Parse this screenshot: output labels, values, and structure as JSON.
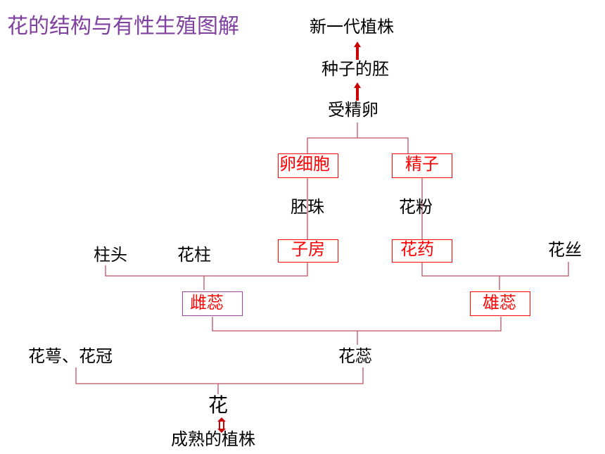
{
  "title": "花的结构与有性生殖图解",
  "nodes": {
    "new_generation": "新一代植株",
    "embryo": "种子的胚",
    "zygote": "受精卵",
    "egg_cell": "卵细胞",
    "sperm": "精子",
    "ovule": "胚珠",
    "pollen": "花粉",
    "stigma": "柱头",
    "style": "花柱",
    "ovary": "子房",
    "anther": "花药",
    "filament": "花丝",
    "pistil": "雌蕊",
    "stamen": "雄蕊",
    "sepal_petal": "花萼、花冠",
    "pistil_stamen": "花蕊",
    "flower": "花",
    "mature_plant": "成熟的植株"
  },
  "colors": {
    "title": "#8040a0",
    "highlight": "#ff0000",
    "arrow": "#cc0000",
    "bracket": "#c05060",
    "pistil_box": "#a040a0"
  },
  "icons": {
    "up_arrow": "arrow-up-icon",
    "double_arrow": "double-arrow-icon"
  }
}
